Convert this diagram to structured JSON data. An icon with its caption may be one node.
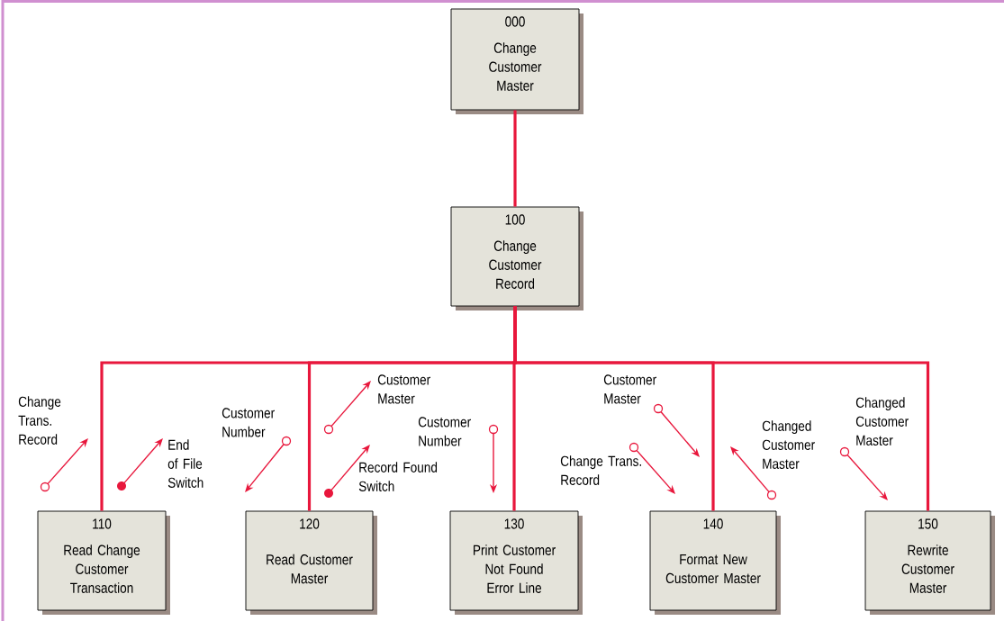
{
  "diagram": {
    "nodes": [
      {
        "text": [
          "000",
          "Change Customer Master"
        ]
      },
      {
        "text": [
          "100",
          "Change Customer Record"
        ]
      },
      {
        "text": [
          "110",
          "Read Change Customer Transaction"
        ]
      },
      {
        "text": [
          "120",
          "Read Customer Master"
        ]
      },
      {
        "text": [
          "130",
          "Print Customer Not Found Error Line"
        ]
      },
      {
        "text": [
          "140",
          "Format New Customer Master"
        ]
      },
      {
        "text": [
          "150",
          "Rewrite Customer Master"
        ]
      }
    ],
    "edges": [
      {
        "from": 0,
        "to": 1,
        "arrow": "none"
      },
      {
        "from": 1,
        "to": 2,
        "arrow": "none"
      },
      {
        "from": 1,
        "to": 3,
        "arrow": "none"
      },
      {
        "from": 1,
        "to": 4,
        "arrow": "none"
      },
      {
        "from": 1,
        "to": 5,
        "arrow": "none"
      },
      {
        "from": 1,
        "to": 6,
        "arrow": "none"
      }
    ],
    "labels": [
      "Change Trans. Record",
      "End of File Switch",
      "Customer Number",
      "Customer Master",
      "Record Found Switch",
      "Customer Number",
      "Customer Master",
      "Change Trans. Record",
      "Changed Customer Master",
      "Changed Customer Master"
    ]
  }
}
